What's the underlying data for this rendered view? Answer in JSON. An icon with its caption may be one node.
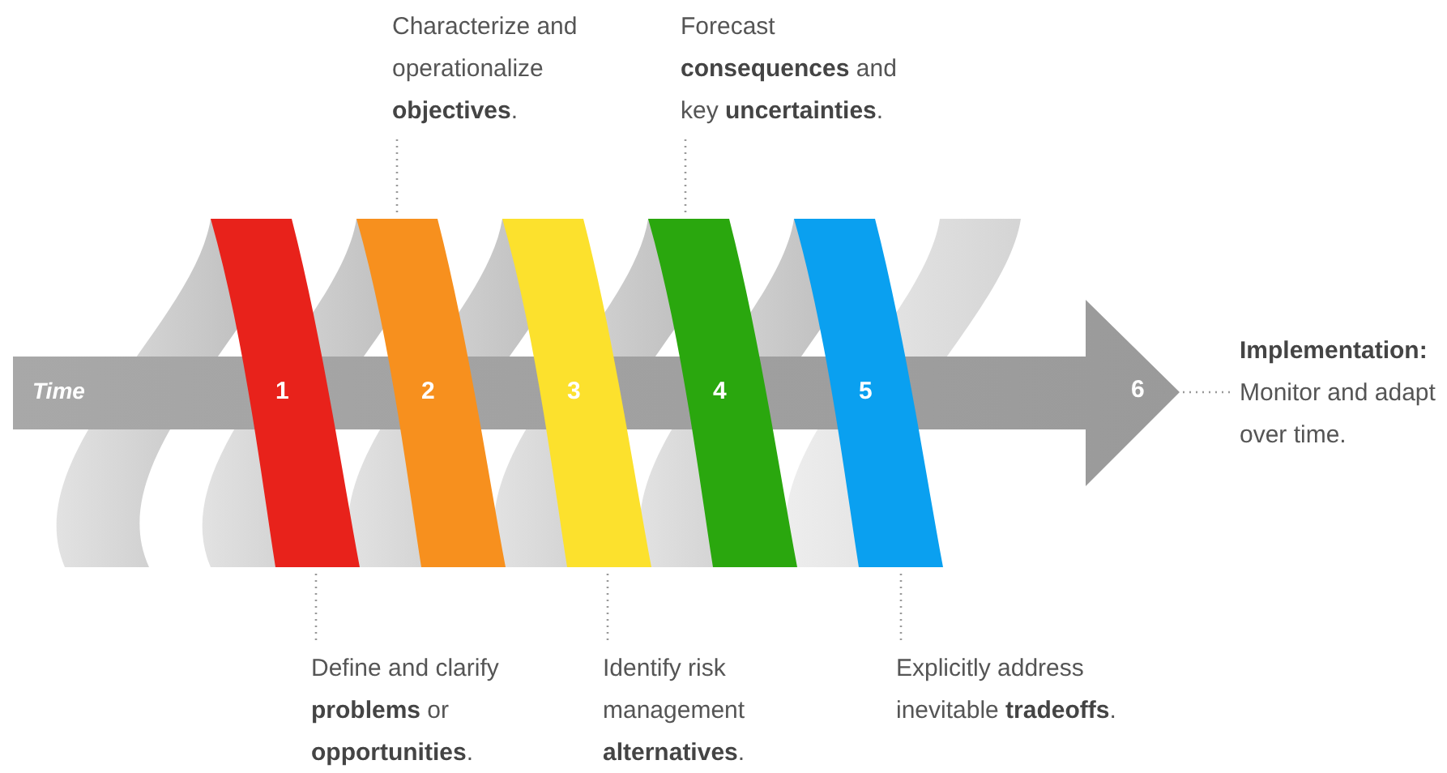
{
  "diagram": {
    "nodes": [
      {
        "text": [
          "1"
        ]
      },
      {
        "text": [
          "2"
        ]
      },
      {
        "text": [
          "3"
        ]
      },
      {
        "text": [
          "4"
        ]
      },
      {
        "text": [
          "5"
        ]
      },
      {
        "text": [
          "6"
        ]
      },
      {
        "text": [
          "Characterize and operationalize **objectives**."
        ]
      },
      {
        "text": [
          "Forecast **consequences** and key **uncertainties**."
        ]
      },
      {
        "text": [
          "**Implementation:** Monitor and adapt over time."
        ]
      },
      {
        "text": [
          "Define and clarify **problems** or **opportunities**."
        ]
      },
      {
        "text": [
          "Identify risk management **alternatives**."
        ]
      },
      {
        "text": [
          "Explicitly address inevitable **tradeoffs**."
        ]
      }
    ],
    "edges": [
      {
        "from": 6,
        "to": 1,
        "arrow": "none",
        "style": "dashed"
      },
      {
        "from": 7,
        "to": 3,
        "arrow": "none",
        "style": "dashed"
      },
      {
        "from": 5,
        "to": 8,
        "arrow": "none",
        "style": "dashed"
      },
      {
        "from": 9,
        "to": 0,
        "arrow": "none",
        "style": "dashed"
      },
      {
        "from": 10,
        "to": 2,
        "arrow": "none",
        "style": "dashed"
      },
      {
        "from": 11,
        "to": 4,
        "arrow": "none",
        "style": "dashed"
      }
    ],
    "labels": [
      "Time"
    ]
  }
}
